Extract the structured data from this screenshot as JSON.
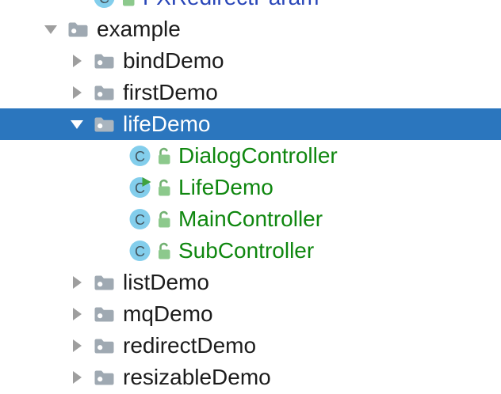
{
  "colors": {
    "selection_bg": "#2B76BE",
    "selected_text": "#FFFFFF",
    "text_default": "#1C1C1C",
    "vcs_added": "#0F870F",
    "vcs_modified": "#2946B8",
    "chevron": "#9E9E9E",
    "folder_icon": "#9FA9B2",
    "folder_icon_selected": "#AAB5BF",
    "folder_dot": "#FFFFFF",
    "class_icon_bg": "#83CEEC",
    "class_icon_letter": "#44555E",
    "class_icon_letter_text": "C",
    "lock_body": "#8CC98C",
    "lock_shackle": "#72B172",
    "run_badge": "#3FA23F"
  },
  "tree": {
    "rows": [
      {
        "label": "FXRedirectParam",
        "kind": "class",
        "depth": 2,
        "text_color": "vcs_modified",
        "partial": true
      },
      {
        "label": "example",
        "kind": "folder",
        "depth": 1,
        "expanded": true,
        "text_color": "text_default"
      },
      {
        "label": "bindDemo",
        "kind": "folder",
        "depth": 2,
        "expanded": false,
        "text_color": "text_default"
      },
      {
        "label": "firstDemo",
        "kind": "folder",
        "depth": 2,
        "expanded": false,
        "text_color": "text_default"
      },
      {
        "label": "lifeDemo",
        "kind": "folder",
        "depth": 2,
        "expanded": true,
        "selected": true,
        "text_color": "selected_text"
      },
      {
        "label": "DialogController",
        "kind": "class",
        "depth": 3,
        "text_color": "vcs_added"
      },
      {
        "label": "LifeDemo",
        "kind": "class",
        "depth": 3,
        "run_badge": true,
        "text_color": "vcs_added"
      },
      {
        "label": "MainController",
        "kind": "class",
        "depth": 3,
        "text_color": "vcs_added"
      },
      {
        "label": "SubController",
        "kind": "class",
        "depth": 3,
        "text_color": "vcs_added"
      },
      {
        "label": "listDemo",
        "kind": "folder",
        "depth": 2,
        "expanded": false,
        "text_color": "text_default"
      },
      {
        "label": "mqDemo",
        "kind": "folder",
        "depth": 2,
        "expanded": false,
        "text_color": "text_default"
      },
      {
        "label": "redirectDemo",
        "kind": "folder",
        "depth": 2,
        "expanded": false,
        "text_color": "text_default"
      },
      {
        "label": "resizableDemo",
        "kind": "folder",
        "depth": 2,
        "expanded": false,
        "text_color": "text_default"
      }
    ]
  }
}
